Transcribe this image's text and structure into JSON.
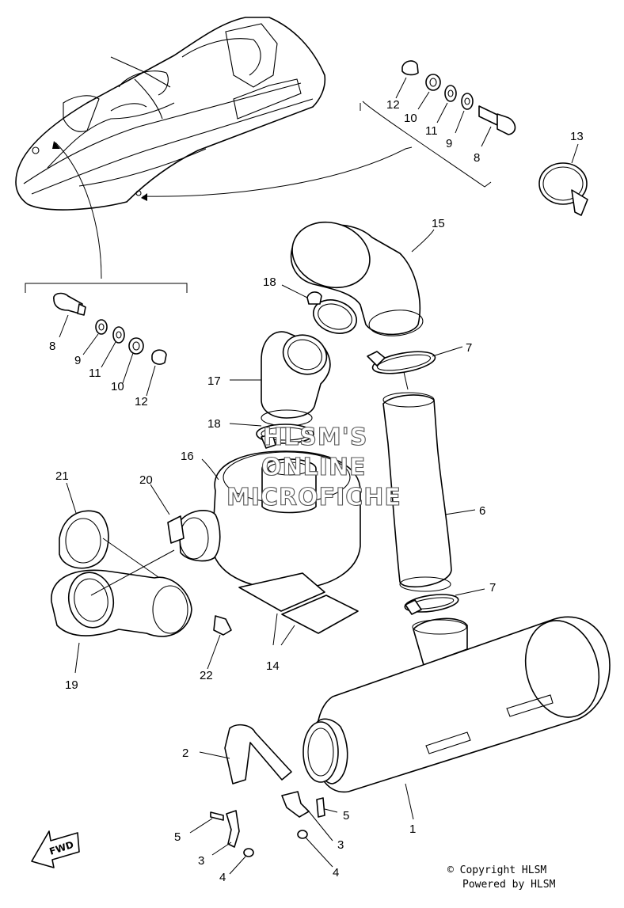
{
  "watermark": {
    "line1": "HLSM'S",
    "line2": "ONLINE",
    "line3": "MICROFICHE"
  },
  "copyright": {
    "line1": "© Copyright HLSM",
    "line2": "Powered by HLSM"
  },
  "fwd_label": "FWD",
  "callouts": {
    "c1": "1",
    "c2": "2",
    "c3a": "3",
    "c3b": "3",
    "c4a": "4",
    "c4b": "4",
    "c5a": "5",
    "c5b": "5",
    "c6": "6",
    "c7a": "7",
    "c7b": "7",
    "c8a": "8",
    "c8b": "8",
    "c9a": "9",
    "c9b": "9",
    "c10a": "10",
    "c10b": "10",
    "c11a": "11",
    "c11b": "11",
    "c12a": "12",
    "c12b": "12",
    "c13": "13",
    "c14": "14",
    "c15": "15",
    "c16": "16",
    "c17": "17",
    "c18a": "18",
    "c18b": "18",
    "c19": "19",
    "c20": "20",
    "c21": "21",
    "c22": "22"
  }
}
